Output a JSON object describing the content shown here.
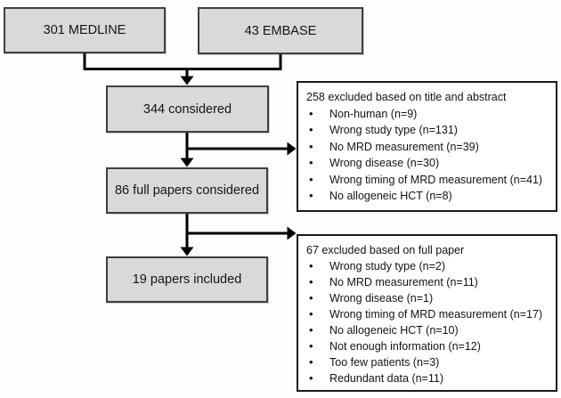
{
  "figure": {
    "type": "study-selection-flowchart"
  },
  "flow": {
    "medline": "301 MEDLINE",
    "embase": "43 EMBASE",
    "considered": "344 considered",
    "full_papers": "86 full papers considered",
    "included": "19 papers included"
  },
  "exclusions": {
    "title_abstract": {
      "header": "258 excluded based on title and abstract",
      "items": [
        "Non-human (n=9)",
        "Wrong study type (n=131)",
        "No MRD measurement (n=39)",
        "Wrong disease (n=30)",
        "Wrong timing of MRD measurement (n=41)",
        "No allogeneic HCT (n=8)"
      ]
    },
    "full_paper": {
      "header": "67 excluded based on full paper",
      "items": [
        "Wrong study type (n=2)",
        "No MRD measurement (n=11)",
        "Wrong disease (n=1)",
        "Wrong timing of MRD measurement (n=17)",
        "No allogeneic HCT (n=10)",
        "Not enough information (n=12)",
        "Too few patients (n=3)",
        "Redundant data (n=11)"
      ]
    }
  },
  "icons": {
    "bullet": "•",
    "arrowhead": "solid-triangle"
  },
  "colors": {
    "box_fill": "#d9d9d9",
    "box_border": "#3f3f3f",
    "panel_border": "#1a1a1a",
    "connector": "#000000",
    "text": "#111111",
    "background": "#fdfdfd"
  }
}
